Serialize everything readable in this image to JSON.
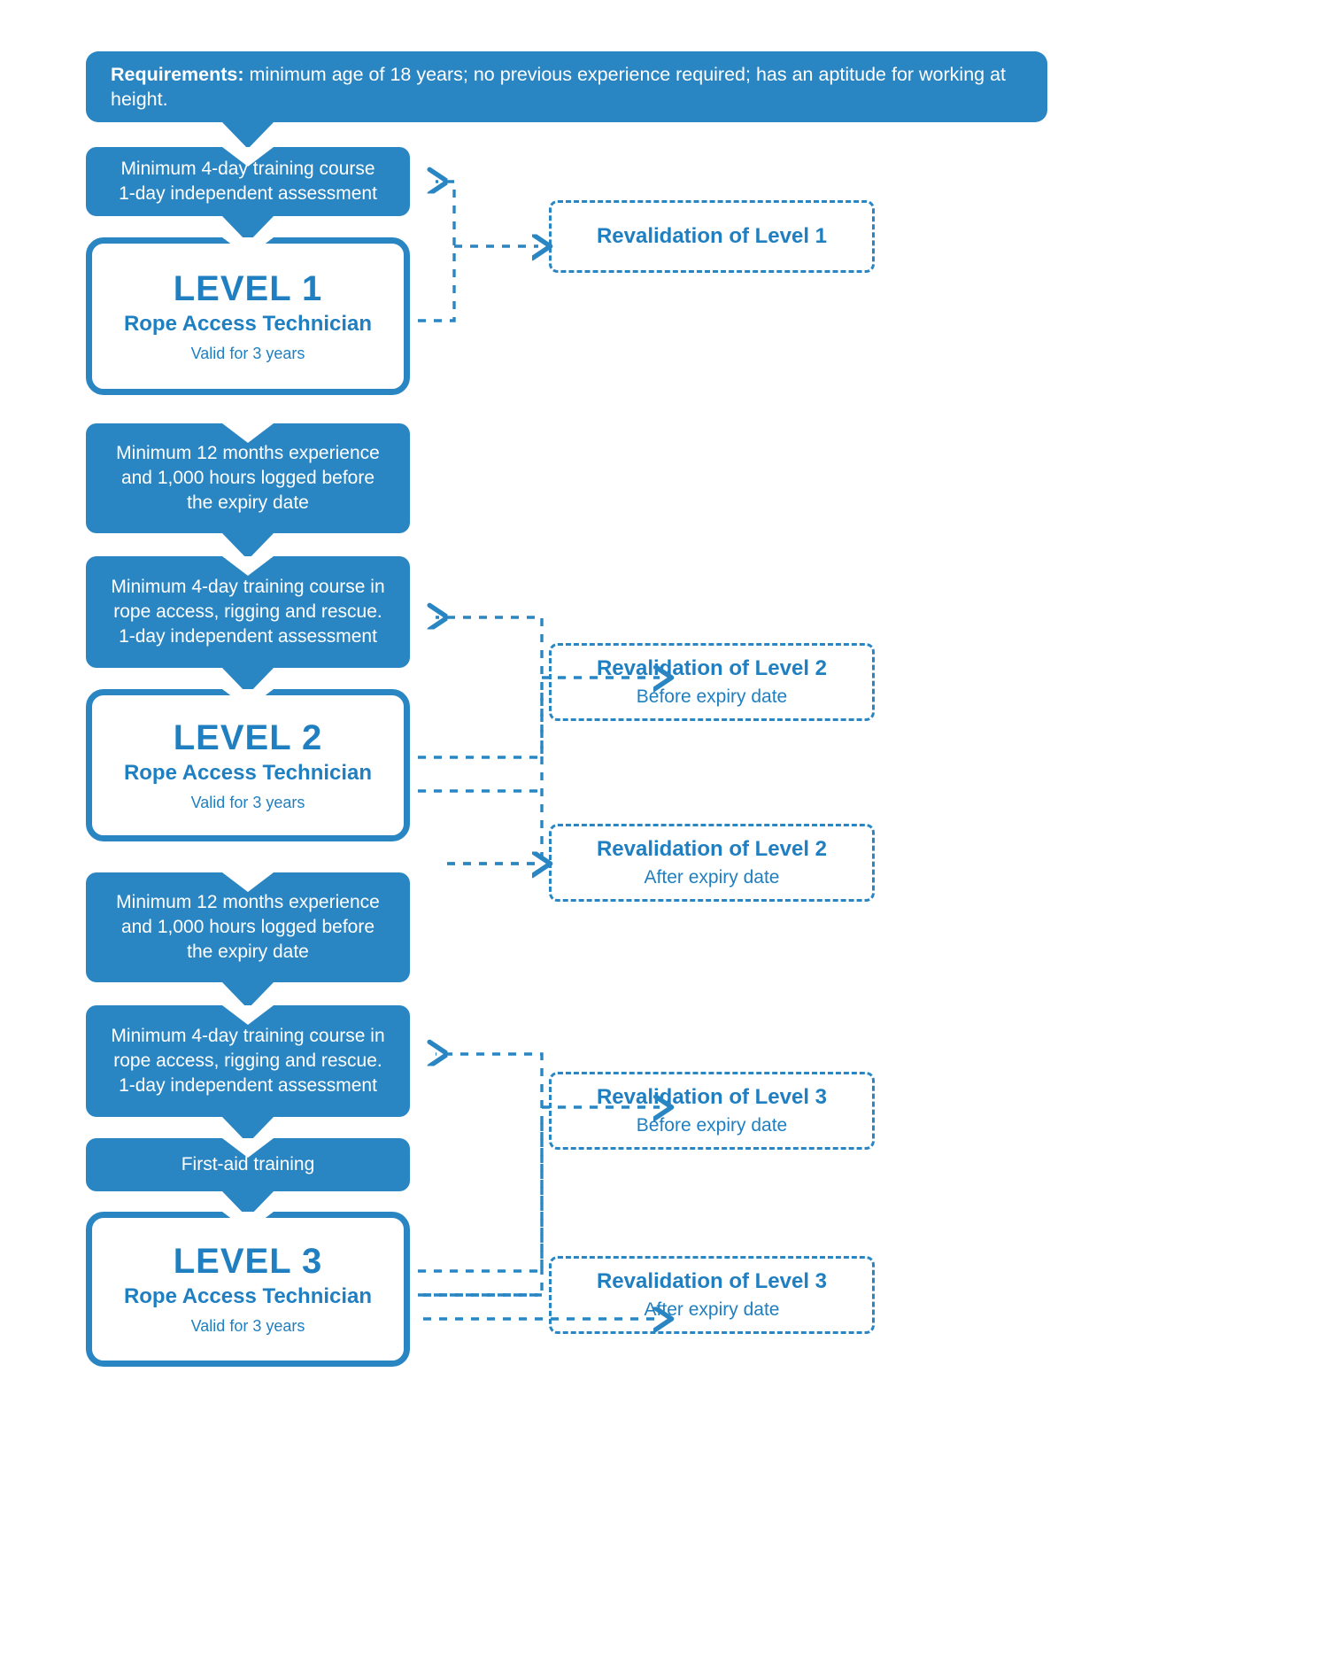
{
  "diagram": {
    "title": "IRATA Rope Access Technician Certification Scheme",
    "accent_color": "#2a86c3",
    "text_color": "#1f7fc0",
    "background": "#ffffff"
  },
  "requirements": {
    "label_bold": "Requirements:",
    "label_rest": " minimum age of 18 years; no previous experience required; has an aptitude for working at height."
  },
  "steps": {
    "l1_training_line1": "Minimum 4-day training course",
    "l1_training_line2": "1-day independent assessment",
    "l1_to_l2_exp_line1": "Minimum 12 months experience",
    "l1_to_l2_exp_line2": "and 1,000 hours logged before",
    "l1_to_l2_exp_line3": "the expiry date",
    "l2_training_line1": "Minimum 4-day training course in",
    "l2_training_line2": "rope access, rigging and rescue.",
    "l2_training_line3": "1-day independent assessment",
    "l2_to_l3_exp_line1": "Minimum 12 months experience",
    "l2_to_l3_exp_line2": "and 1,000 hours logged before",
    "l2_to_l3_exp_line3": "the expiry date",
    "l3_training_line1": "Minimum 4-day training course in",
    "l3_training_line2": "rope access, rigging and rescue.",
    "l3_training_line3": "1-day independent assessment",
    "first_aid": "First-aid training"
  },
  "levels": {
    "level1": {
      "title": "LEVEL 1",
      "subtitle": "Rope Access Technician",
      "validity": "Valid for 3 years"
    },
    "level2": {
      "title": "LEVEL 2",
      "subtitle": "Rope Access Technician",
      "validity": "Valid for 3 years"
    },
    "level3": {
      "title": "LEVEL 3",
      "subtitle": "Rope Access Technician",
      "validity": "Valid for 3 years"
    }
  },
  "revalidations": {
    "level1": {
      "title": "Revalidation of Level 1",
      "note": ""
    },
    "level2_before": {
      "title": "Revalidation of Level 2",
      "note": "Before expiry date"
    },
    "level2_after": {
      "title": "Revalidation of Level 2",
      "note": "After expiry date"
    },
    "level3_before": {
      "title": "Revalidation of Level 3",
      "note": "Before expiry date"
    },
    "level3_after": {
      "title": "Revalidation of Level 3",
      "note": "After expiry date"
    }
  }
}
